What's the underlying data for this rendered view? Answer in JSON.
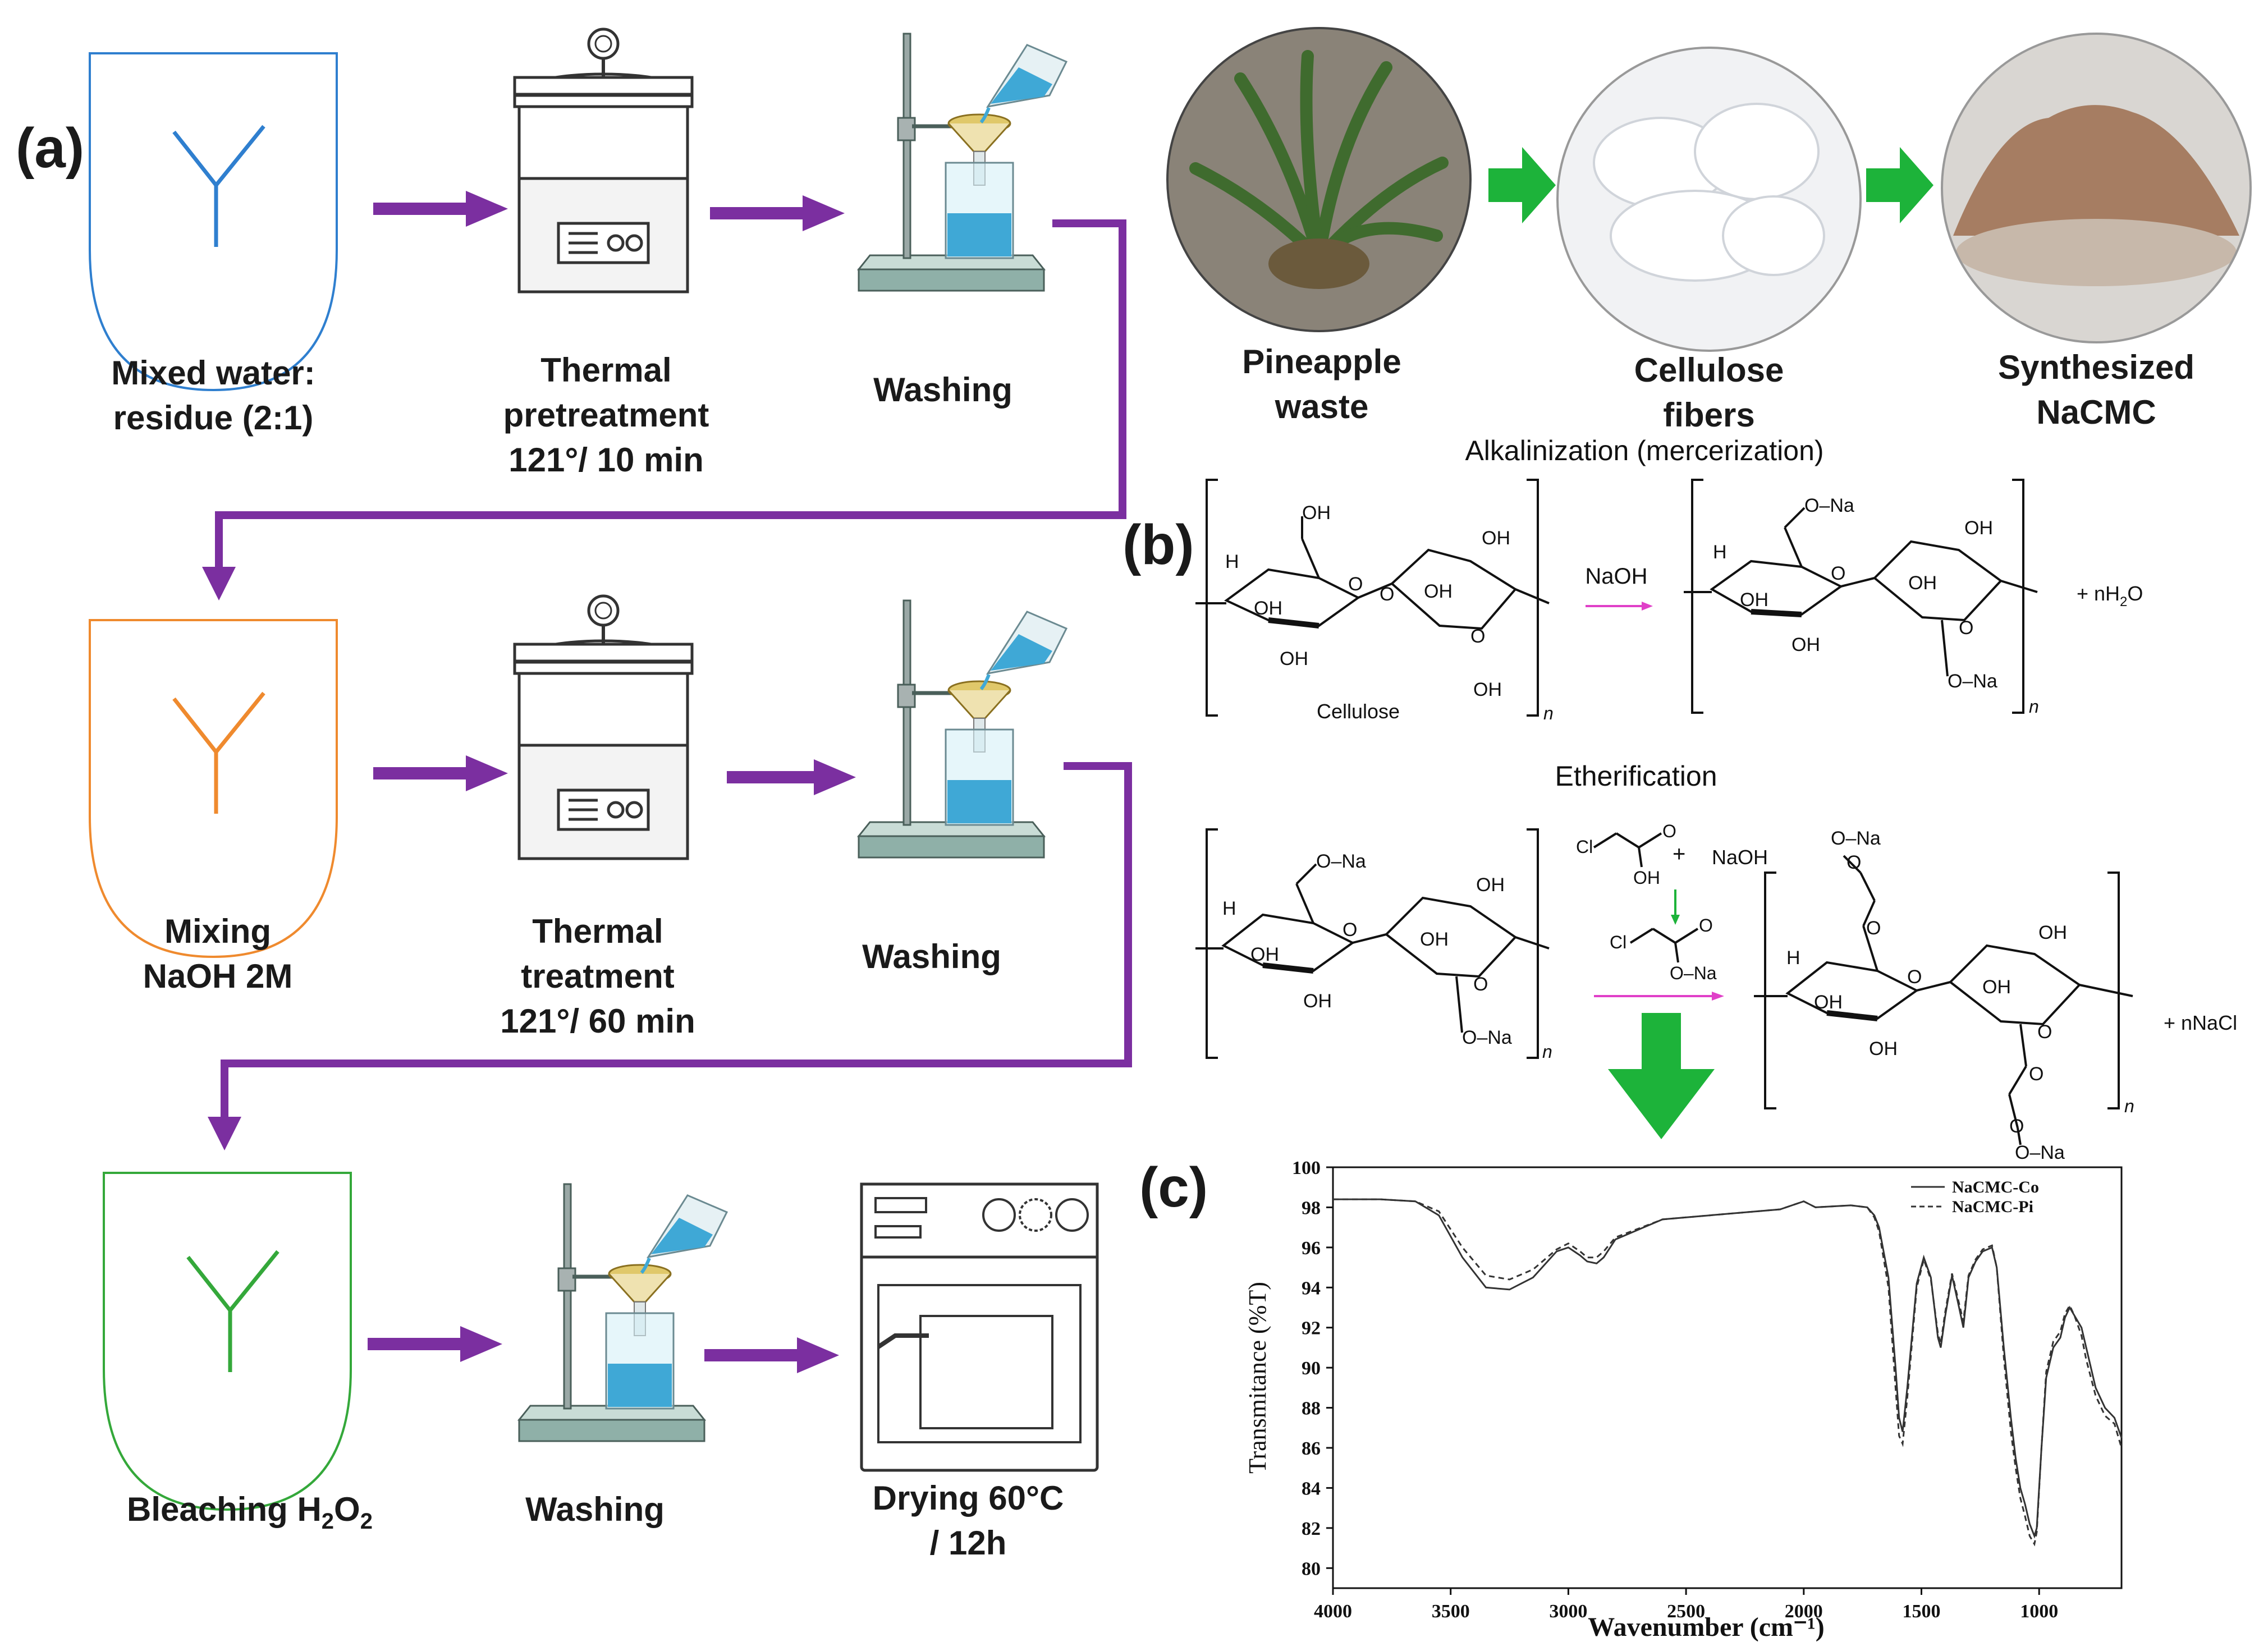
{
  "panels": {
    "a": "(a)",
    "b": "(b)",
    "c": "(c)"
  },
  "process": {
    "row1": {
      "mix": [
        "Mixed water:",
        "residue (2:1)"
      ],
      "thermal": [
        "Thermal",
        "pretreatment",
        "121°/ 10 min"
      ],
      "wash": "Washing"
    },
    "row2": {
      "mix": [
        "Mixing",
        "NaOH 2M"
      ],
      "thermal": [
        "Thermal",
        "treatment",
        "121°/ 60 min"
      ],
      "wash": "Washing"
    },
    "row3": {
      "bleach_prefix": "Bleaching H",
      "bleach_sub1": "2",
      "bleach_mid": "O",
      "bleach_sub2": "2",
      "wash": "Washing",
      "dry": [
        "Drying 60°C",
        "/ 12h"
      ]
    }
  },
  "photos": {
    "pineapple": [
      "Pineapple",
      "waste"
    ],
    "cellulose": [
      "Cellulose",
      "fibers"
    ],
    "nacmc": [
      "Synthesized",
      "NaCMC"
    ]
  },
  "reactions": {
    "alk_title": "Alkalinization (mercerization)",
    "eth_title": "Etherification",
    "naoh": "NaOH",
    "cellulose": "Cellulose",
    "product1": "+ nH",
    "product1_sub": "2",
    "product1_end": "O",
    "product2": "+ nNaCl",
    "n": "n",
    "labels": {
      "oh": "OH",
      "h": "H",
      "o": "O",
      "ona": "O–Na",
      "cl": "Cl",
      "plus": "+"
    }
  },
  "colors": {
    "purple": "#7b2fa0",
    "blue": "#2f7fcf",
    "orange": "#ef8a2e",
    "green": "#34a83a",
    "arrow_green": "#1db33a",
    "magenta": "#e040c8"
  },
  "chart_data": {
    "type": "line",
    "xlabel": "Wavenumber (cm⁻¹)",
    "ylabel": "Transmitance (%T)",
    "xlim": [
      4000,
      650
    ],
    "ylim": [
      79,
      100
    ],
    "x_ticks": [
      "4000",
      "3500",
      "3000",
      "2500",
      "2000",
      "1500",
      "1000"
    ],
    "y_ticks": [
      "80",
      "82",
      "84",
      "86",
      "88",
      "90",
      "92",
      "94",
      "96",
      "98",
      "100"
    ],
    "legend_position": "top-right",
    "series": [
      {
        "name": "NaCMC-Co",
        "style": "solid",
        "x": [
          4000,
          3800,
          3650,
          3550,
          3450,
          3350,
          3250,
          3150,
          3050,
          3000,
          2950,
          2920,
          2880,
          2850,
          2800,
          2600,
          2400,
          2100,
          2000,
          1950,
          1800,
          1730,
          1700,
          1680,
          1640,
          1610,
          1595,
          1580,
          1560,
          1520,
          1490,
          1460,
          1430,
          1418,
          1400,
          1370,
          1340,
          1322,
          1300,
          1270,
          1240,
          1200,
          1180,
          1150,
          1120,
          1100,
          1080,
          1060,
          1040,
          1020,
          1010,
          990,
          970,
          940,
          910,
          890,
          870,
          850,
          820,
          800,
          760,
          720,
          680,
          650
        ],
        "y": [
          98.4,
          98.4,
          98.3,
          97.6,
          95.5,
          94.0,
          93.9,
          94.5,
          95.8,
          96.0,
          95.6,
          95.3,
          95.2,
          95.5,
          96.4,
          97.4,
          97.6,
          97.9,
          98.3,
          98.0,
          98.1,
          98.0,
          97.6,
          97.0,
          94.5,
          90.0,
          87.5,
          86.8,
          89.0,
          94.2,
          95.5,
          94.5,
          91.5,
          91.0,
          92.5,
          94.6,
          93.0,
          92.0,
          94.5,
          95.3,
          95.8,
          96.0,
          95.0,
          91.0,
          87.5,
          85.5,
          84.0,
          83.2,
          82.2,
          81.6,
          82.0,
          86.0,
          89.5,
          91.0,
          91.5,
          92.5,
          93.0,
          92.6,
          92.0,
          91.0,
          89.0,
          88.0,
          87.5,
          86.5
        ]
      },
      {
        "name": "NaCMC-Pi",
        "style": "dashed",
        "x": [
          4000,
          3800,
          3650,
          3550,
          3450,
          3350,
          3250,
          3150,
          3050,
          3000,
          2950,
          2920,
          2880,
          2850,
          2800,
          2600,
          2400,
          2100,
          2000,
          1950,
          1800,
          1730,
          1700,
          1680,
          1640,
          1610,
          1595,
          1580,
          1560,
          1520,
          1490,
          1460,
          1430,
          1418,
          1400,
          1370,
          1340,
          1322,
          1300,
          1270,
          1240,
          1200,
          1180,
          1150,
          1120,
          1100,
          1080,
          1060,
          1040,
          1020,
          1010,
          990,
          970,
          940,
          910,
          890,
          870,
          850,
          820,
          800,
          760,
          720,
          680,
          650
        ],
        "y": [
          98.4,
          98.4,
          98.3,
          97.8,
          96.0,
          94.6,
          94.4,
          94.9,
          95.9,
          96.2,
          95.8,
          95.5,
          95.5,
          95.8,
          96.5,
          97.4,
          97.6,
          97.9,
          98.3,
          98.0,
          98.1,
          98.0,
          97.5,
          96.8,
          94.0,
          89.0,
          86.6,
          86.2,
          88.5,
          94.0,
          95.4,
          94.4,
          91.7,
          91.2,
          92.7,
          94.7,
          93.2,
          92.3,
          94.6,
          95.4,
          95.9,
          96.1,
          95.0,
          90.5,
          86.8,
          85.0,
          83.5,
          82.6,
          81.6,
          81.2,
          81.8,
          86.0,
          89.8,
          91.3,
          91.8,
          92.7,
          93.1,
          92.6,
          91.6,
          90.4,
          88.6,
          87.6,
          87.2,
          86.0
        ]
      }
    ]
  }
}
